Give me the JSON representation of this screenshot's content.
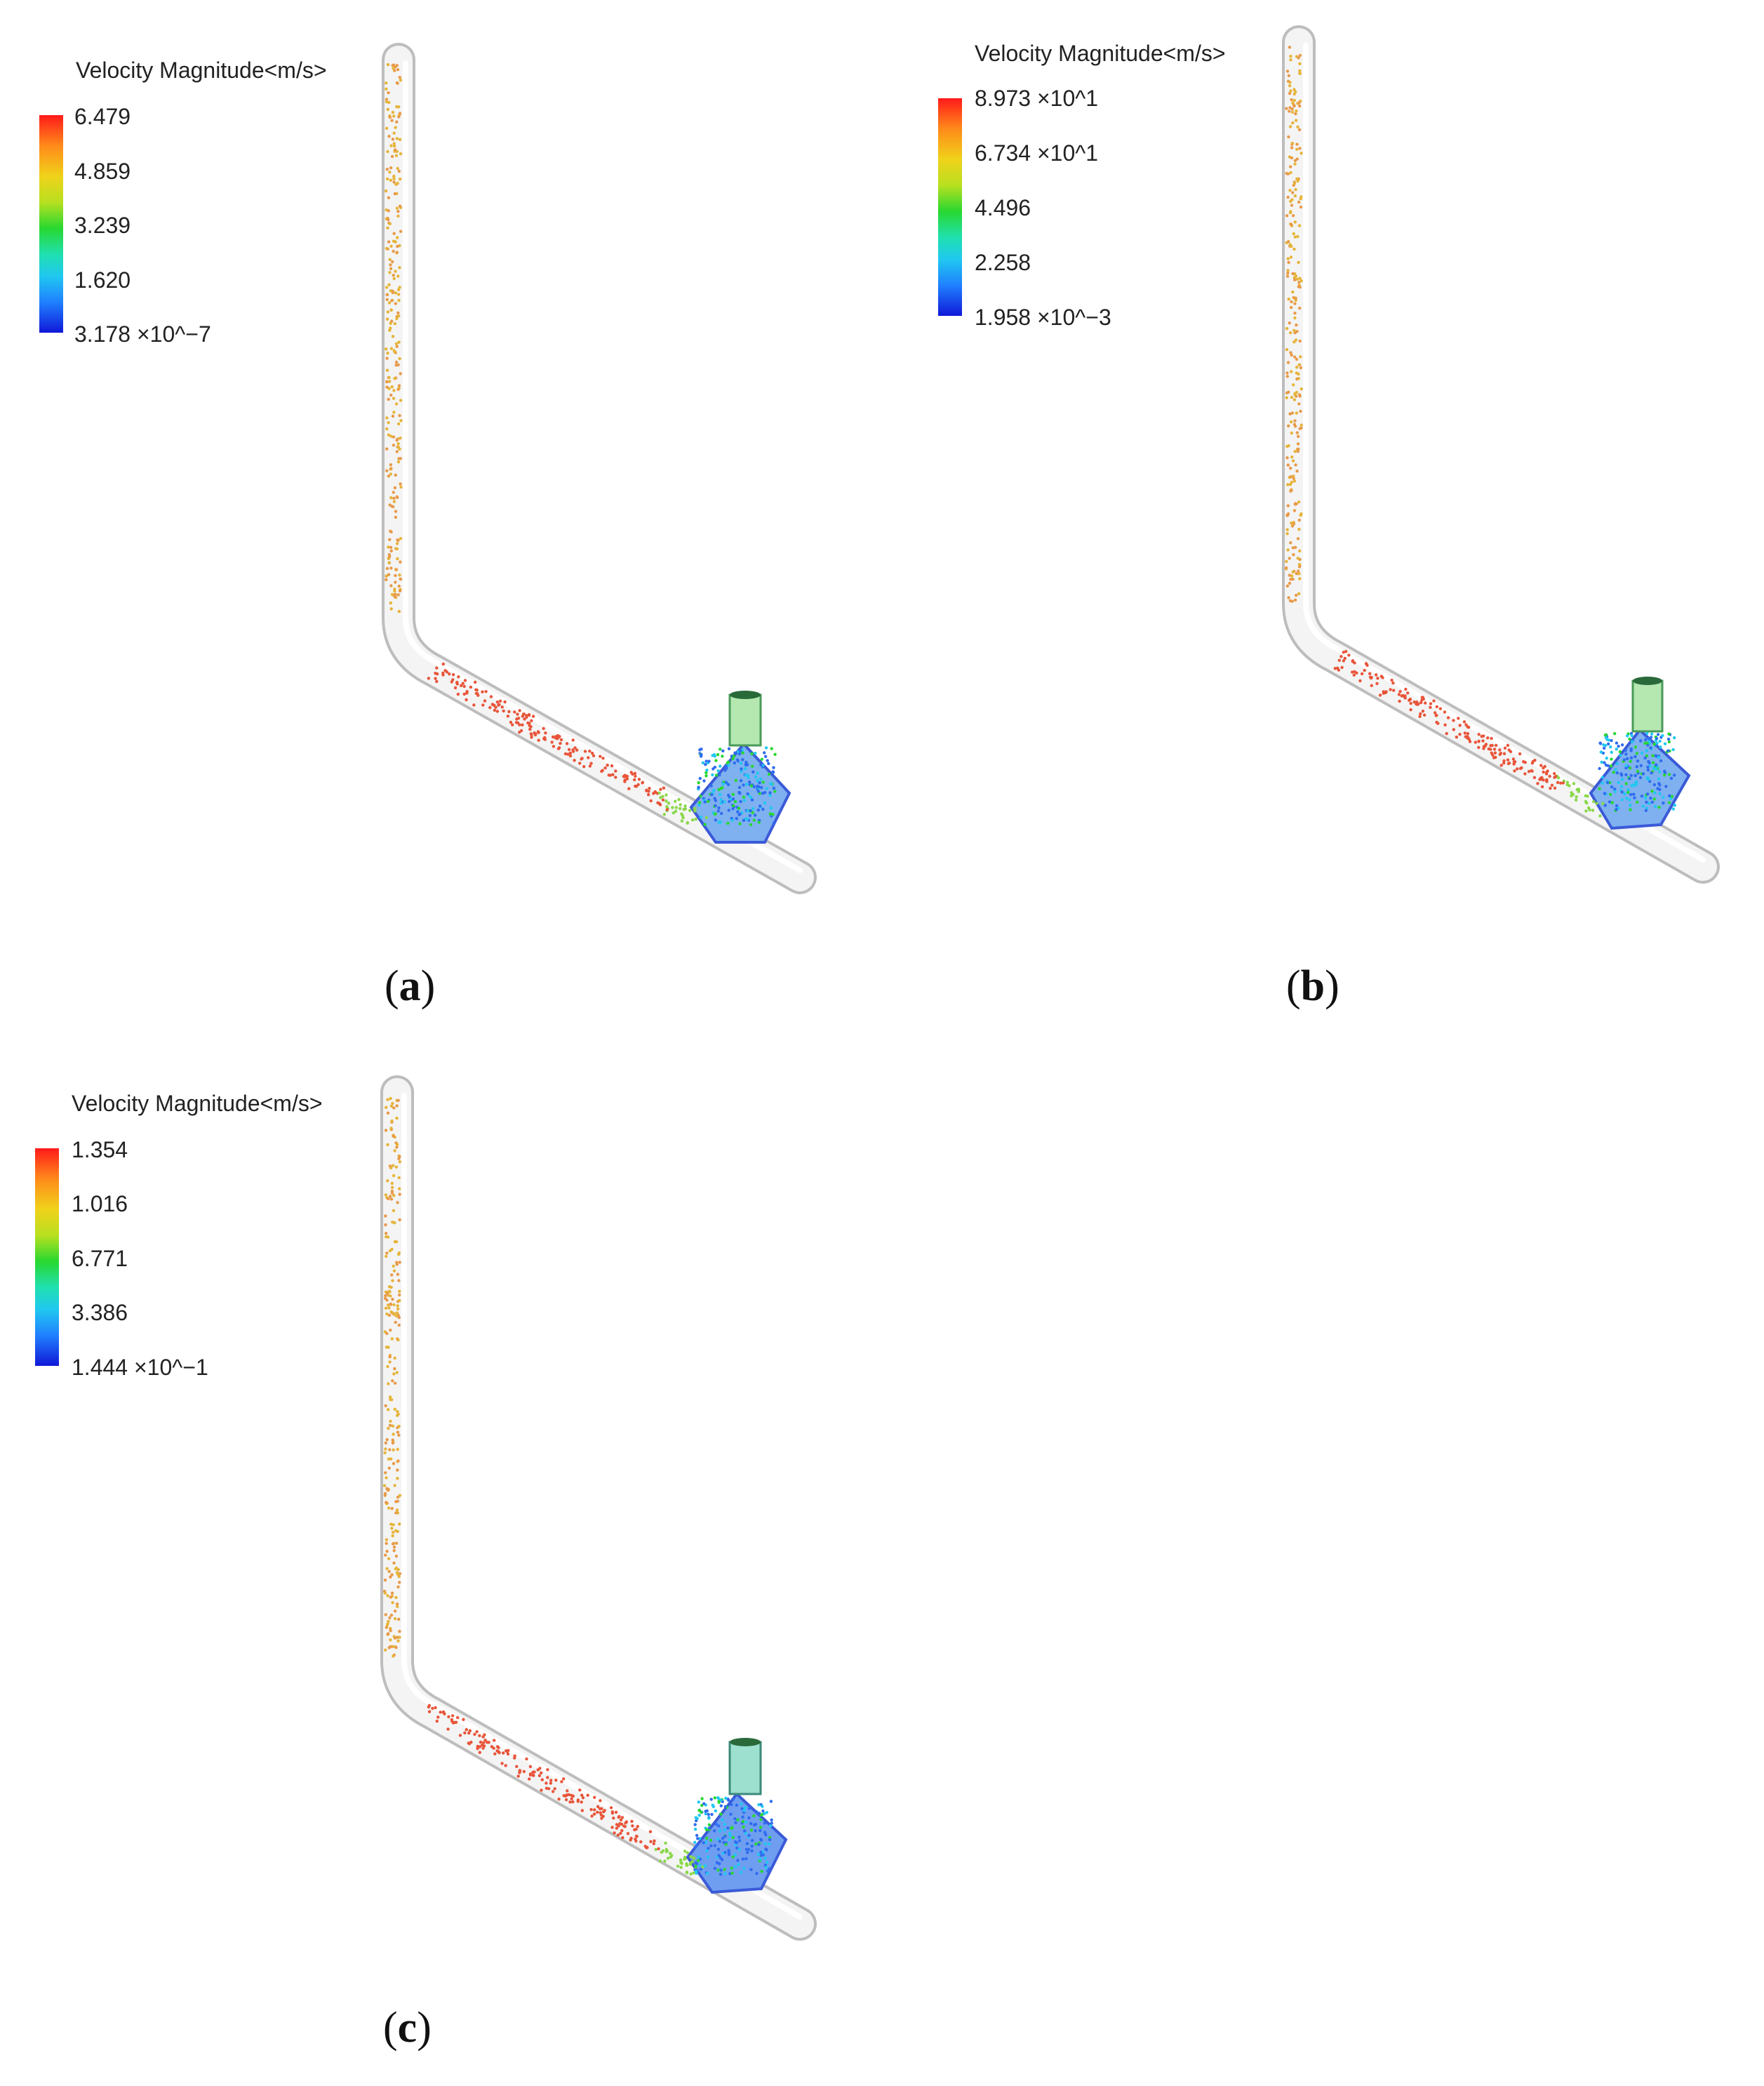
{
  "panels": [
    {
      "id": "a",
      "label_open": "(",
      "label_letter": "a",
      "label_close": ")",
      "legend_title": "Velocity Magnitude<m/s>",
      "ticks": [
        "6.479",
        "4.859",
        "3.239",
        "1.620",
        "3.178 ×10^−7"
      ]
    },
    {
      "id": "b",
      "label_open": "(",
      "label_letter": "b",
      "label_close": ")",
      "legend_title": "Velocity Magnitude<m/s>",
      "ticks": [
        "8.973 ×10^1",
        "6.734 ×10^1",
        "4.496",
        "2.258",
        "1.958 ×10^−3"
      ]
    },
    {
      "id": "c",
      "label_open": "(",
      "label_letter": "c",
      "label_close": ")",
      "legend_title": "Velocity Magnitude<m/s>",
      "ticks": [
        "1.354",
        "1.016",
        "6.771",
        "3.386",
        "1.444 ×10^−1"
      ]
    }
  ],
  "colors": {
    "pipe_fill": "#f2f2f2",
    "pipe_edge": "#bdbdbd",
    "particle_high": "#e8553a",
    "particle_mid": "#e6b43a",
    "particle_low": "#2f6cf0"
  }
}
